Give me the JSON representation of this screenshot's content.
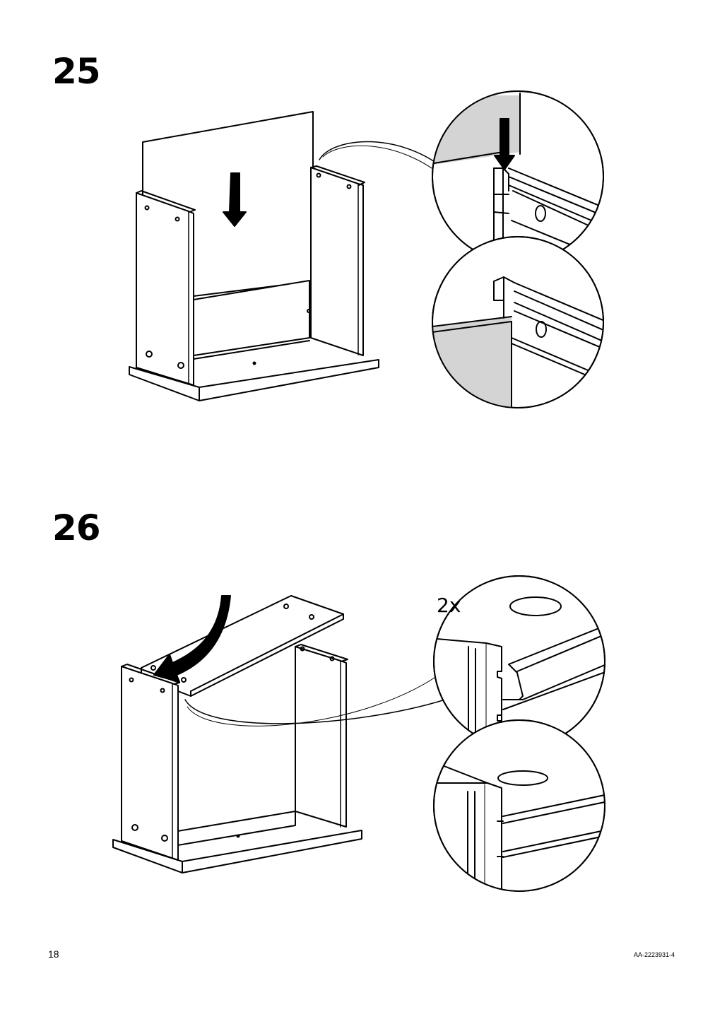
{
  "steps": [
    {
      "number": "25"
    },
    {
      "number": "26",
      "quantity_label": "2x"
    }
  ],
  "footer": {
    "page_number": "18",
    "document_code": "AA-2223931-4"
  },
  "colors": {
    "line": "#000000",
    "background": "#ffffff",
    "panel_shading": "#d4d4d4"
  }
}
